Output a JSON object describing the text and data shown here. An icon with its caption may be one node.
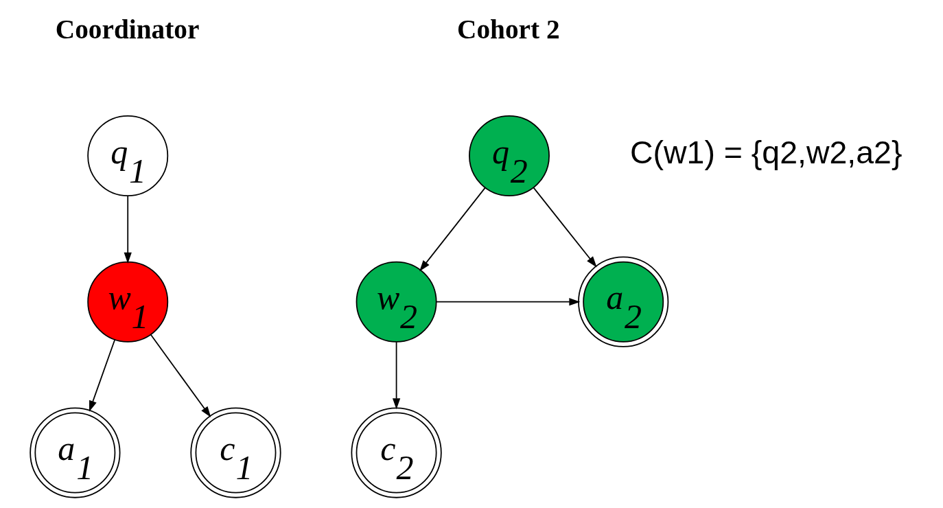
{
  "diagram": {
    "nodes": [
      {
        "text": [
          "q$_{1}$"
        ]
      },
      {
        "text": [
          "w$_{1}$"
        ]
      },
      {
        "text": [
          "a$_{1}$"
        ]
      },
      {
        "text": [
          "c$_{1}$"
        ]
      },
      {
        "text": [
          "q$_{2}$"
        ]
      },
      {
        "text": [
          "w$_{2}$"
        ]
      },
      {
        "text": [
          "a$_{2}$"
        ]
      },
      {
        "text": [
          "c$_{2}$"
        ]
      }
    ],
    "edges": [
      {
        "from": 0,
        "to": 1,
        "arrow": "to"
      },
      {
        "from": 1,
        "to": 2,
        "arrow": "to"
      },
      {
        "from": 1,
        "to": 3,
        "arrow": "to"
      },
      {
        "from": 4,
        "to": 5,
        "arrow": "to"
      },
      {
        "from": 4,
        "to": 6,
        "arrow": "to"
      },
      {
        "from": 5,
        "to": 6,
        "arrow": "to"
      },
      {
        "from": 5,
        "to": 7,
        "arrow": "to"
      }
    ],
    "labels": [
      "Coordinator",
      "C(w1) = {q2,w2,a2}",
      "Cohort 2"
    ]
  }
}
